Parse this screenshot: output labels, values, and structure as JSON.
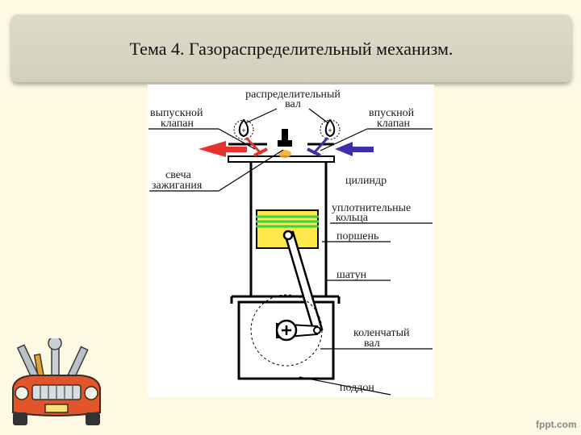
{
  "slide": {
    "title": "Тема 4. Газораспределительный механизм."
  },
  "diagram": {
    "labels": {
      "camshaft_l1": "распределительный",
      "camshaft_l2": "вал",
      "exhaust_valve_l1": "выпускной",
      "exhaust_valve_l2": "клапан",
      "intake_valve_l1": "впускной",
      "intake_valve_l2": "клапан",
      "spark_plug_l1": "свеча",
      "spark_plug_l2": "зажигания",
      "cylinder": "цилиндр",
      "rings_l1": "уплотнительные",
      "rings_l2": "кольца",
      "piston": "поршень",
      "rod": "шатун",
      "crankshaft_l1": "коленчатый",
      "crankshaft_l2": "вал",
      "oil_pan": "поддон"
    },
    "colors": {
      "exhaust_arrow": "#e8312a",
      "intake_arrow": "#3d2fa8",
      "piston": "#ffe84a",
      "rings": "#39d14a",
      "spark": "#f6a623"
    }
  },
  "watermark": "fppt.com"
}
